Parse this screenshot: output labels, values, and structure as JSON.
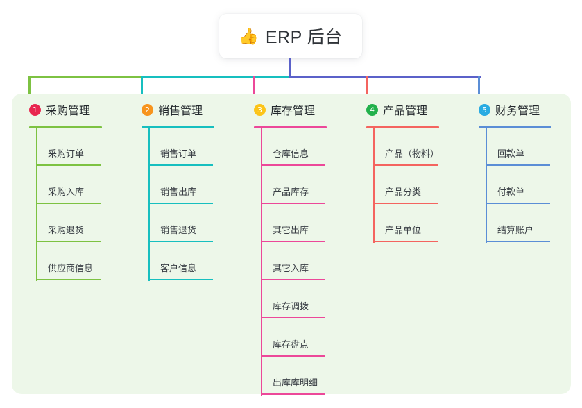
{
  "root": {
    "emoji": "👍",
    "emoji_name": "thumbs-up-icon",
    "title": "ERP 后台"
  },
  "theme": {
    "canvas_bg": "#ffffff",
    "panel_bg": "#edf7e9",
    "card_bg": "#ffffff",
    "text_primary": "#23282d",
    "text_item": "#3a3f45",
    "trunk_color": "#5b61c9"
  },
  "columns": [
    {
      "number": "1",
      "title": "采购管理",
      "badge_color": "#e8264f",
      "line_color": "#7dc242",
      "connector_color": "#7dc242",
      "items": [
        "采购订单",
        "采购入库",
        "采购退货",
        "供应商信息"
      ]
    },
    {
      "number": "2",
      "title": "销售管理",
      "badge_color": "#f7941e",
      "line_color": "#17bfbf",
      "connector_color": "#17bfbf",
      "items": [
        "销售订单",
        "销售出库",
        "销售退货",
        "客户信息"
      ]
    },
    {
      "number": "3",
      "title": "库存管理",
      "badge_color": "#fcc419",
      "line_color": "#ec4899",
      "connector_color": "#ec4899",
      "items": [
        "仓库信息",
        "产品库存",
        "其它出库",
        "其它入库",
        "库存调拨",
        "库存盘点",
        "出库库明细"
      ]
    },
    {
      "number": "4",
      "title": "产品管理",
      "badge_color": "#22b14c",
      "line_color": "#f4645f",
      "connector_color": "#f4645f",
      "items": [
        "产品（物料）",
        "产品分类",
        "产品单位"
      ]
    },
    {
      "number": "5",
      "title": "财务管理",
      "badge_color": "#29abe2",
      "line_color": "#5b8ed6",
      "connector_color": "#5b8ed6",
      "items": [
        "回款单",
        "付款单",
        "结算账户"
      ]
    }
  ]
}
